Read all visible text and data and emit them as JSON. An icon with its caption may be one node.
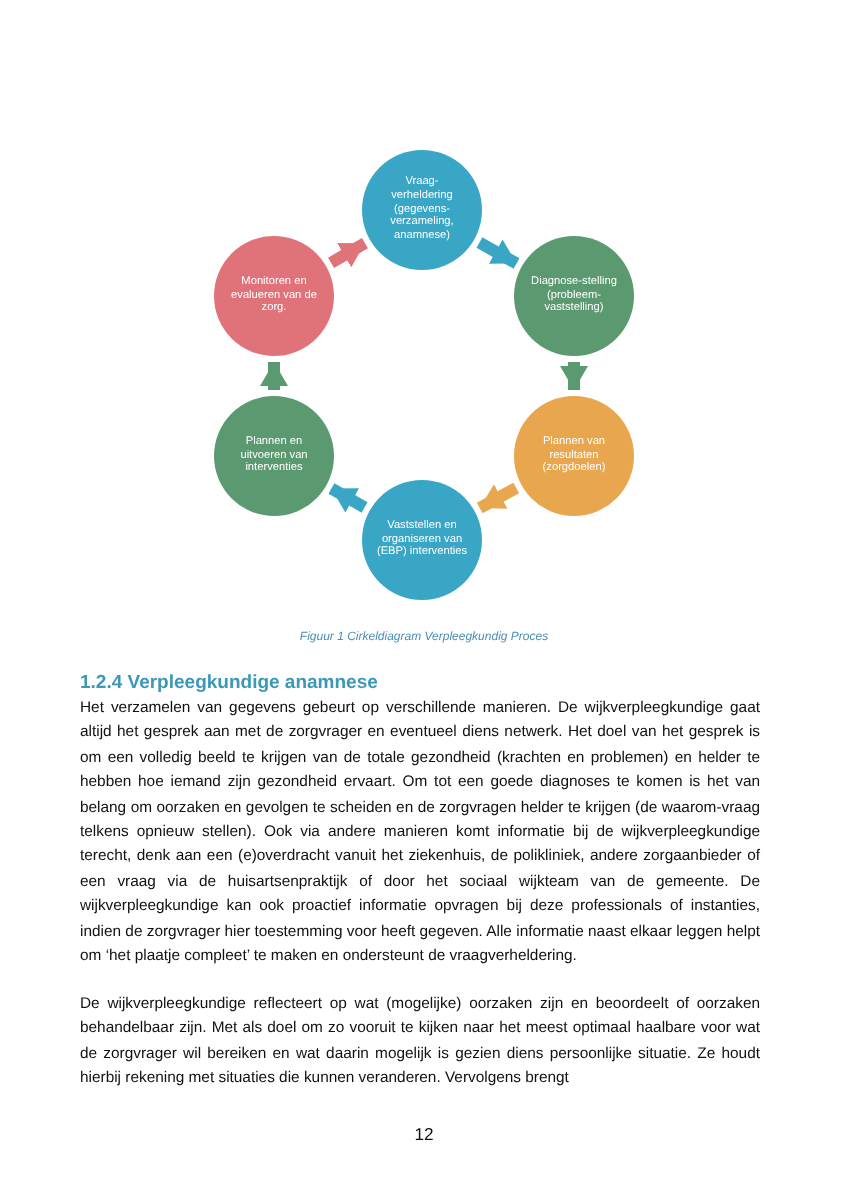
{
  "diagram": {
    "caption": "Figuur 1 Cirkeldiagram Verpleegkundig Proces",
    "nodes": [
      {
        "text": [
          "Vraag-verheldering (gegevens-verzameling, anamnese)"
        ]
      },
      {
        "text": [
          "Diagnose-stelling (probleem-vaststelling)"
        ]
      },
      {
        "text": [
          "Plannen van resultaten (zorgdoelen)"
        ]
      },
      {
        "text": [
          "Vaststellen en organiseren van (EBP) interventies"
        ]
      },
      {
        "text": [
          "Plannen en uitvoeren van interventies"
        ]
      },
      {
        "text": [
          "Monitoren en evalueren van de zorg."
        ]
      }
    ],
    "edges": [
      {
        "from": 0,
        "to": 1,
        "arrow": "to",
        "color": "#3aa6c6"
      },
      {
        "from": 1,
        "to": 2,
        "arrow": "to",
        "color": "#5b9a70"
      },
      {
        "from": 2,
        "to": 3,
        "arrow": "to",
        "color": "#e8a64e"
      },
      {
        "from": 3,
        "to": 4,
        "arrow": "to",
        "color": "#3aa6c6"
      },
      {
        "from": 4,
        "to": 5,
        "arrow": "to",
        "color": "#5b9a70"
      },
      {
        "from": 5,
        "to": 0,
        "arrow": "to",
        "color": "#e0727a"
      }
    ],
    "labels": [
      "1.2.4 Verpleegkundige anamnese",
      "Het verzamelen van gegevens gebeurt op verschillende manieren. De wijkverpleegkundige gaat altijd het gesprek aan met de zorgvrager en eventueel diens netwerk. Het doel van het gesprek is om een volledig beeld te krijgen van de totale gezondheid (krachten en problemen) en helder te hebben hoe iemand zijn gezondheid ervaart. Om tot een goede diagnoses te komen is het van belang om oorzaken en gevolgen te scheiden en de zorgvragen helder te krijgen (de waarom-vraag telkens opnieuw stellen). Ook via andere manieren komt informatie bij de wijkverpleegkundige terecht, denk aan een (e)overdracht vanuit het ziekenhuis, de polikliniek, andere zorgaanbieder of een vraag via de huisartsenpraktijk of door het sociaal wijkteam van de gemeente. De wijkverpleegkundige kan ook proactief informatie opvragen bij deze professionals of instanties, indien de zorgvrager hier toestemming voor heeft gegeven. Alle informatie naast elkaar leggen helpt om ‘het plaatje compleet’ te maken en ondersteunt de vraagverheldering.",
      "De wijkverpleegkundige reflecteert op wat (mogelijke) oorzaken zijn en beoordeelt of oorzaken behandelbaar zijn. Met als doel om zo vooruit te kijken naar het meest optimaal haalbare voor wat de zorgvrager wil bereiken en wat daarin mogelijk is gezien diens persoonlijke situatie. Ze houdt hierbij rekening met situaties die kunnen veranderen. Vervolgens brengt",
      "12"
    ]
  }
}
